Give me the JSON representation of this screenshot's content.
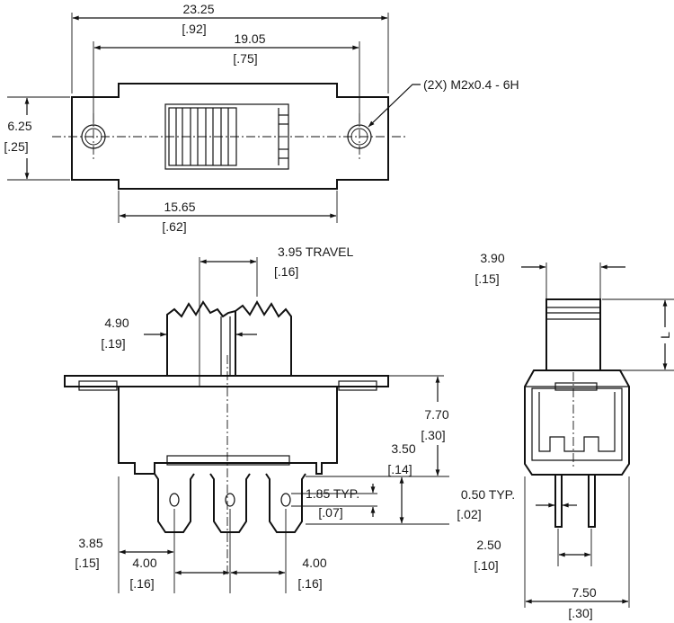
{
  "dimensions": {
    "overall_width": {
      "mm": "23.25",
      "in": "[.92]"
    },
    "mount_hole_spacing": {
      "mm": "19.05",
      "in": "[.75]"
    },
    "flange_height": {
      "mm": "6.25",
      "in": "[.25]"
    },
    "body_width": {
      "mm": "15.65",
      "in": "[.62]"
    },
    "hole_note": "(2X) M2x0.4 - 6H",
    "travel": {
      "mm": "3.95 TRAVEL",
      "in": "[.16]"
    },
    "actuator_width": {
      "mm": "4.90",
      "in": "[.19]"
    },
    "body_depth": {
      "mm": "7.70",
      "in": "[.30]"
    },
    "terminal_length": {
      "mm": "3.50",
      "in": "[.14]"
    },
    "terminal_hole": {
      "mm": "1.85 TYP.",
      "in": "[.07]"
    },
    "terminal_offset": {
      "mm": "3.85",
      "in": "[.15]"
    },
    "pitch_left": {
      "mm": "4.00",
      "in": "[.16]"
    },
    "pitch_right": {
      "mm": "4.00",
      "in": "[.16]"
    },
    "actuator_thickness": {
      "mm": "3.90",
      "in": "[.15]"
    },
    "actuator_height": {
      "mm": "L"
    },
    "pin_thickness": {
      "mm": "0.50 TYP.",
      "in": "[.02]"
    },
    "pin_spacing": {
      "mm": "2.50",
      "in": "[.10]"
    },
    "side_width": {
      "mm": "7.50",
      "in": "[.30]"
    }
  }
}
